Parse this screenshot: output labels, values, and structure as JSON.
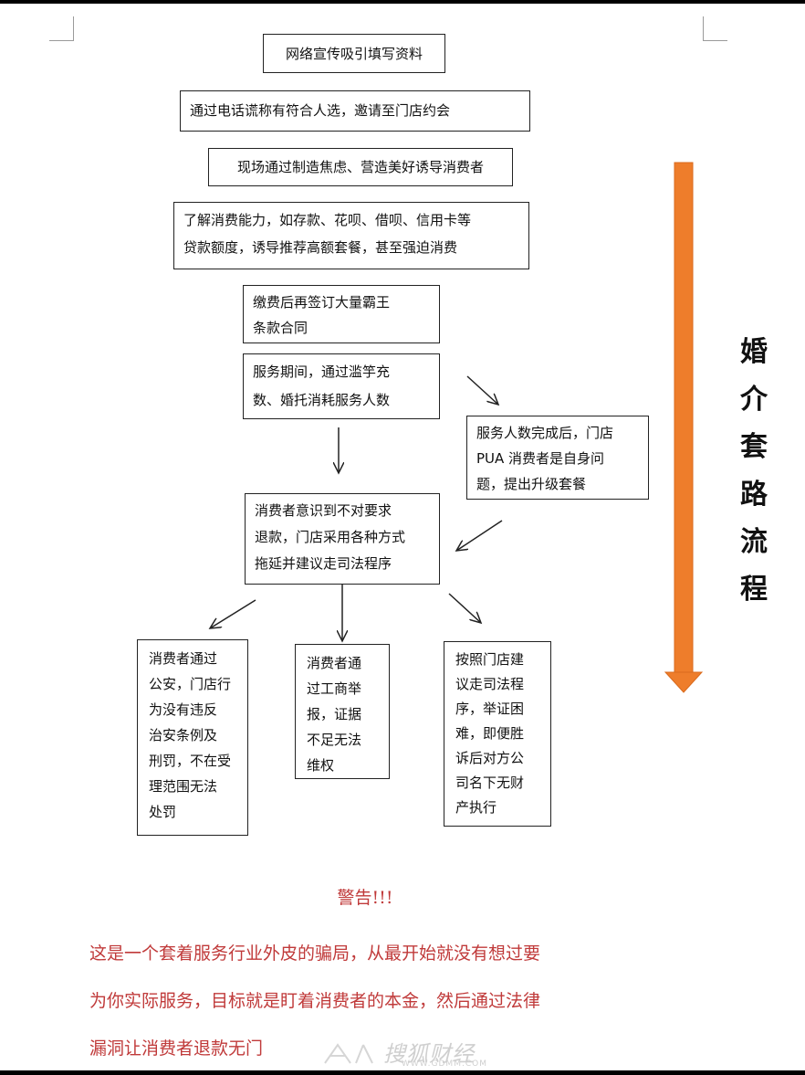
{
  "flow": {
    "step1": "网络宣传吸引填写资料",
    "step2": "通过电话谎称有符合人选，邀请至门店约会",
    "step3": "现场通过制造焦虑、营造美好诱导消费者",
    "step4": "了解消费能力，如存款、花呗、借呗、信用卡等\n贷款额度，诱导推荐高额套餐，甚至强迫消费",
    "step5": "缴费后再签订大量霸王\n条款合同",
    "step6": "服务期间，通过滥竽充\n数、婚托消耗服务人数",
    "step7": "服务人数完成后，门店\nPUA 消费者是自身问\n题，提出升级套餐",
    "step8": "消费者意识到不对要求\n退款，门店采用各种方式\n拖延并建议走司法程序",
    "branch_left": "消费者通过\n公安，门店行\n为没有违反\n治安条例及\n刑罚，不在受\n理范围无法\n处罚",
    "branch_middle": "消费者通\n过工商举\n报，证据\n不足无法\n维权",
    "branch_right": "按照门店建\n议走司法程\n序，举证困\n难，即便胜\n诉后对方公\n司名下无财\n产执行"
  },
  "side_title": "婚\n介\n套\n路\n流\n程",
  "warning": {
    "title": "警告!!!",
    "text": "这是一个套着服务行业外皮的骗局，从最开始就没有想过要\n为你实际服务，目标就是盯着消费者的本金，然后通过法律\n漏洞让消费者退款无门"
  },
  "watermark": {
    "text": "搜狐财经",
    "url": "WWW.GDMM.COM"
  },
  "colors": {
    "arrow_orange": "#ee7d2b",
    "warning_red": "#c03a3a",
    "border": "#222222"
  }
}
